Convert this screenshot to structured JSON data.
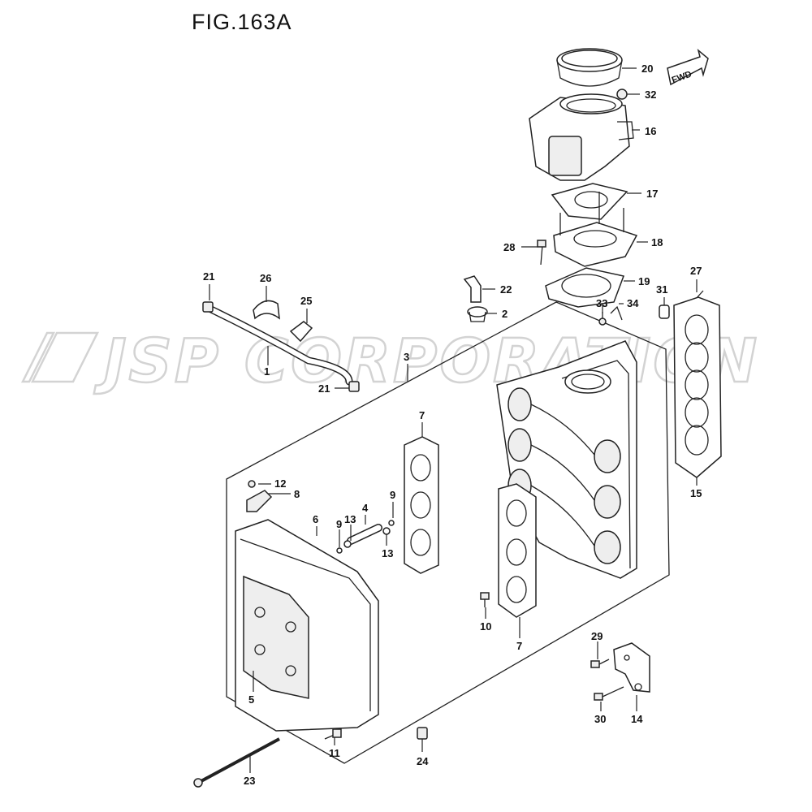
{
  "figure": {
    "title": "FIG.163A"
  },
  "watermark": {
    "text": "JSP CORPORATION"
  },
  "direction_marker": {
    "text": "FWD"
  },
  "callouts": [
    "1",
    "2",
    "3",
    "4",
    "5",
    "6",
    "7",
    "8",
    "9",
    "10",
    "11",
    "12",
    "13",
    "14",
    "15",
    "16",
    "17",
    "18",
    "19",
    "20",
    "21",
    "22",
    "23",
    "24",
    "25",
    "26",
    "27",
    "28",
    "29",
    "30",
    "31",
    "32",
    "33",
    "34"
  ],
  "colors": {
    "line": "#222222",
    "watermark_stroke": "#d3d3d3",
    "background": "#ffffff"
  }
}
